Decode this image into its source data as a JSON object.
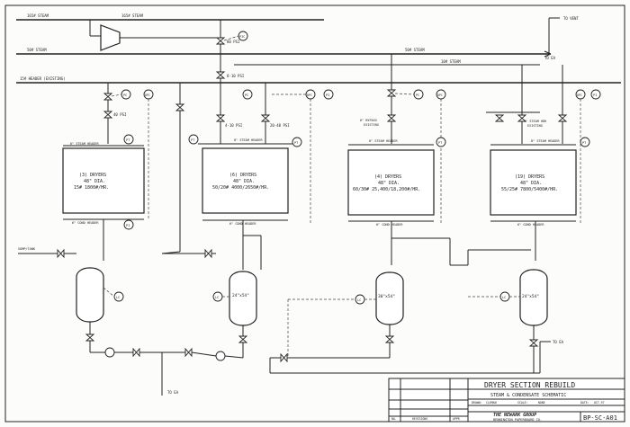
{
  "lines": {
    "steam_top": "165# STEAM",
    "steam_top_right": "165# STEAM",
    "steam_second": "50# STEAM",
    "steam_second_right": "50# STEAM",
    "steam_header": "10# STEAM",
    "header_existing": "15# HEADER (EXISTING)",
    "to_vent": "TO VENT",
    "to_ea_1": "TO EA",
    "to_ea_2": "TO EA",
    "to_ea_3": "TO EA"
  },
  "pressures": {
    "p1": "80 PSI",
    "p2": "8-10 PSI",
    "p3": "20-40 PSI",
    "p4": "40 PSI",
    "p5": "4-10 PSI"
  },
  "dryers": [
    {
      "title": "(3) DRYERS",
      "dia": "48\" DIA.",
      "rating": "15# 1800#/HR.",
      "steam_header": "6\" STEAM HEADER",
      "cond_header": "6\" COND HEADER"
    },
    {
      "title": "(6) DRYERS",
      "dia": "48\" DIA.",
      "rating": "50/20# 4000/2650#/HR.",
      "steam_header": "8\" STEAM HEADER",
      "cond_header": "6\" COND HEADER"
    },
    {
      "title": "(4) DRYERS",
      "dia": "48\" DIA.",
      "rating": "60/30# 25,400/18,200#/HR.",
      "steam_header": "8\" STEAM HEADER",
      "cond_header": "6\" COND HEADER"
    },
    {
      "title": "(19) DRYERS",
      "dia": "48\" DIA.",
      "rating": "55/25# 7800/5400#/HR.",
      "steam_header": "8\" STEAM HEADER",
      "cond_header": "6\" COND HEADER"
    }
  ],
  "tanks": [
    {
      "size": ""
    },
    {
      "size": "24\"x54\""
    },
    {
      "size": "30\"x54\""
    },
    {
      "size": "24\"x54\""
    }
  ],
  "instruments": {
    "pt": "PT",
    "pc": "PC",
    "dpc": "DPC",
    "dpt": "DPT",
    "pic": "PIC",
    "lc": "LC",
    "pi": "PI"
  },
  "annotations": {
    "booster": "SUMP/TANK",
    "bypass_1": "6\" BYPASS",
    "bypass_2": "EXISTING",
    "bypass_3": "4\" STEAM HDR",
    "bypass_4": "EXISTING"
  },
  "title_block": {
    "title": "DRYER SECTION REBUILD",
    "subtitle": "STEAM & CONDENSATE SCHEMATIC",
    "company": "THE NEWARK GROUP",
    "division": "BENNINGTON PAPERBOARD CO.",
    "drawn_label": "DRAWN:",
    "drawn_by": "CLEMAN",
    "scale_label": "SCALE:",
    "scale_value": "NONE",
    "date_label": "DATE:",
    "date_value": "OCT-97",
    "revisions_label": "REVISIONS",
    "no_label": "NO.",
    "appr_label": "APPR",
    "drawing_number": "BP-SC-A01"
  }
}
